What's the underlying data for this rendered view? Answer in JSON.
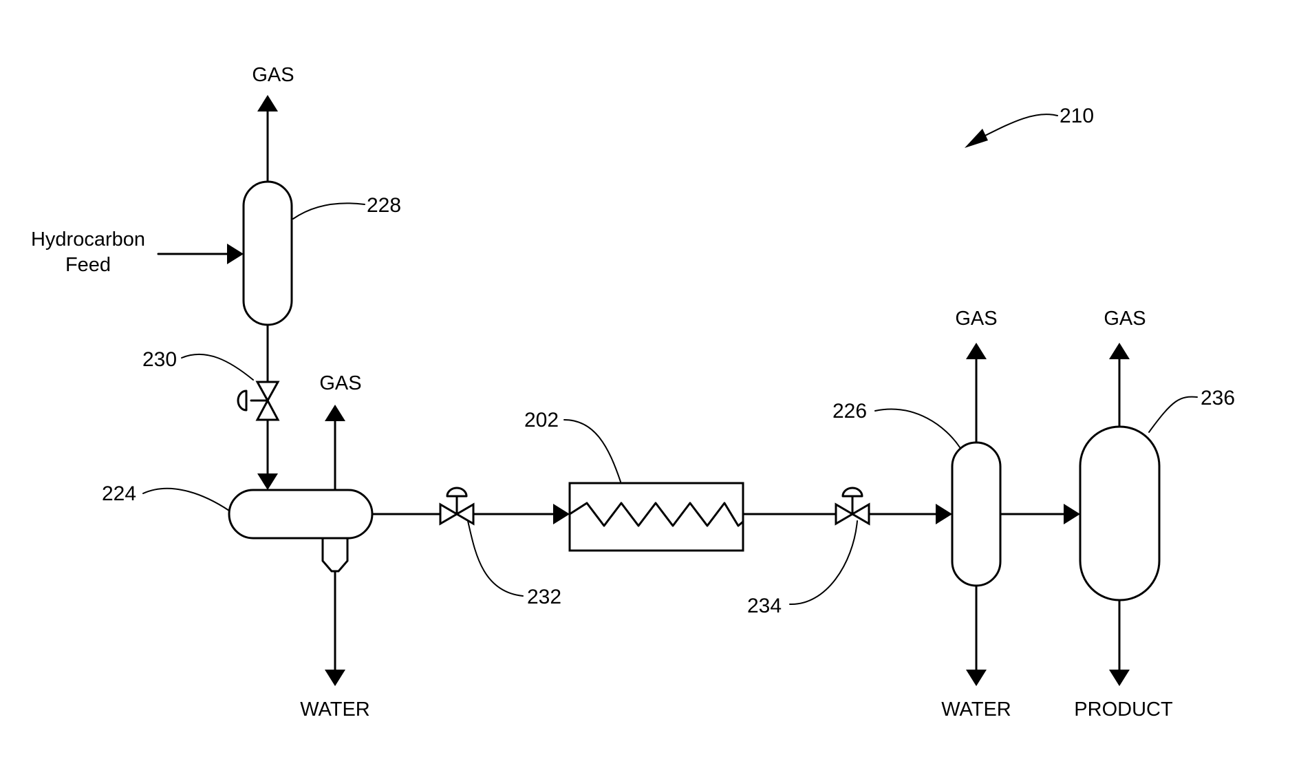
{
  "figure_ref": "210",
  "units": {
    "separator_228": "228",
    "valve_230": "230",
    "separator_224": "224",
    "valve_232": "232",
    "heater_202": "202",
    "valve_234": "234",
    "separator_226": "226",
    "vessel_236": "236"
  },
  "streams": {
    "feed_line1": "Hydrocarbon",
    "feed_line2": "Feed",
    "gas_228": "GAS",
    "gas_224": "GAS",
    "gas_226": "GAS",
    "gas_236": "GAS",
    "water_224": "WATER",
    "water_226": "WATER",
    "product_236": "PRODUCT"
  }
}
